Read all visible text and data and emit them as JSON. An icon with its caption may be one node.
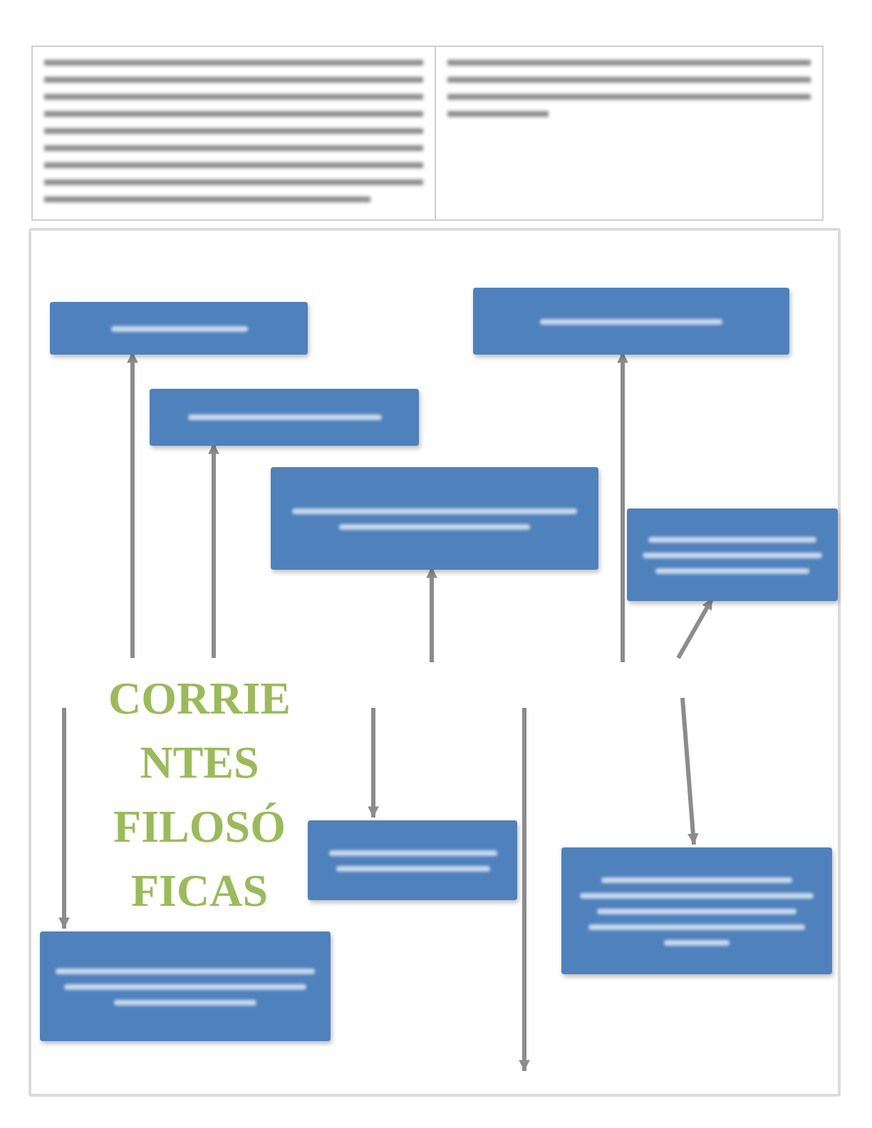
{
  "diagram": {
    "nodes": [
      {
        "text": [],
        "shape": "box"
      },
      {
        "text": [],
        "shape": "box",
        "in": 0
      },
      {
        "text": [],
        "shape": "box",
        "in": 0
      },
      {
        "text": [],
        "shape": "box",
        "in": 0
      },
      {
        "text": [],
        "shape": "box",
        "in": 0
      },
      {
        "text": [],
        "shape": "box",
        "in": 0
      },
      {
        "text": [],
        "shape": "box",
        "in": 0
      },
      {
        "text": [],
        "shape": "box",
        "in": 0
      },
      {
        "text": [],
        "shape": "box",
        "in": 0
      }
    ],
    "edges": [
      {
        "from": null,
        "to": 1,
        "arrow": "to"
      },
      {
        "from": null,
        "to": 2,
        "arrow": "to"
      },
      {
        "from": null,
        "to": 3,
        "arrow": "to"
      },
      {
        "from": null,
        "to": 4,
        "arrow": "to"
      },
      {
        "from": null,
        "to": 5,
        "arrow": "to"
      },
      {
        "from": null,
        "to": 6,
        "arrow": "to"
      },
      {
        "from": null,
        "to": 7,
        "arrow": "to"
      },
      {
        "from": null,
        "to": 8,
        "arrow": "to"
      }
    ],
    "labels": [
      "CORRIE NTES FILOSÓ FICAS"
    ]
  }
}
